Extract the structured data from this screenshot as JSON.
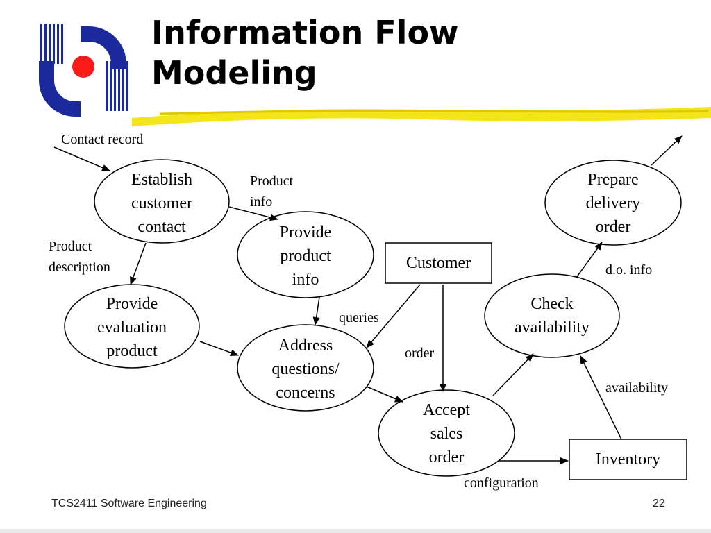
{
  "slide": {
    "title_line1": "Information Flow",
    "title_line2": "Modeling",
    "footer_course": "TCS2411 Software Engineering",
    "page_number": "22"
  },
  "diagram": {
    "processes": {
      "establish": [
        "Establish",
        "customer",
        "contact"
      ],
      "provide_info": [
        "Provide",
        "product",
        "info"
      ],
      "evaluation": [
        "Provide",
        "evaluation",
        "product"
      ],
      "address": [
        "Address",
        "questions/",
        "concerns"
      ],
      "accept": [
        "Accept",
        "sales",
        "order"
      ],
      "check": [
        "Check",
        "availability"
      ],
      "prepare": [
        "Prepare",
        "delivery",
        "order"
      ]
    },
    "entities": {
      "customer": "Customer",
      "inventory": "Inventory"
    },
    "flows": {
      "contact_record": "Contact record",
      "product_info": [
        "Product",
        "info"
      ],
      "product_description": [
        "Product",
        "description"
      ],
      "queries": "queries",
      "order": "order",
      "do_info": "d.o. info",
      "availability": "availability",
      "configuration": "configuration"
    }
  },
  "colors": {
    "logo_blue": "#1a2a9c",
    "logo_red": "#ff1a1a",
    "highlight": "#f2e200"
  }
}
